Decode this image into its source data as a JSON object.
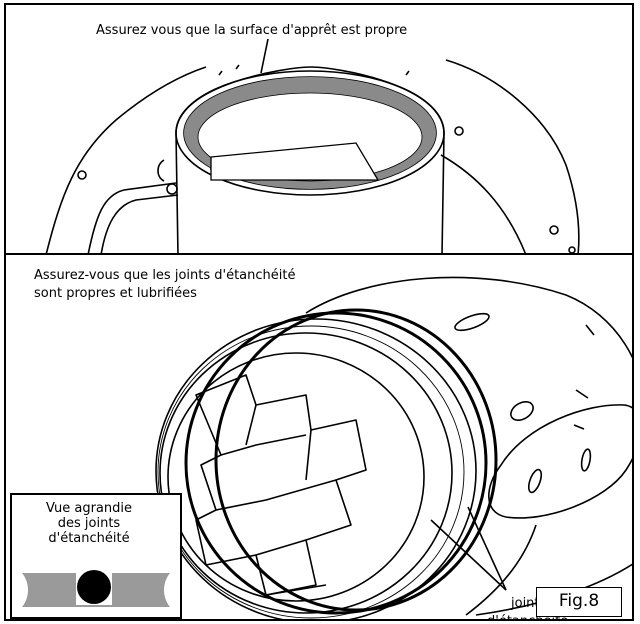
{
  "figure": {
    "top_caption": "Assurez vous que la surface d'apprêt est propre",
    "bottom_caption_line1": "Assurez-vous que les joints d'étanchéité",
    "bottom_caption_line2": "sont propres et lubrifiées",
    "inset_line1": "Vue agrandie",
    "inset_line2": "des joints",
    "inset_line3": "d'étanchéité",
    "seal_label_line1": "joints",
    "seal_label_line2": "d'étanchéité",
    "fig_label": "Fig.8"
  }
}
